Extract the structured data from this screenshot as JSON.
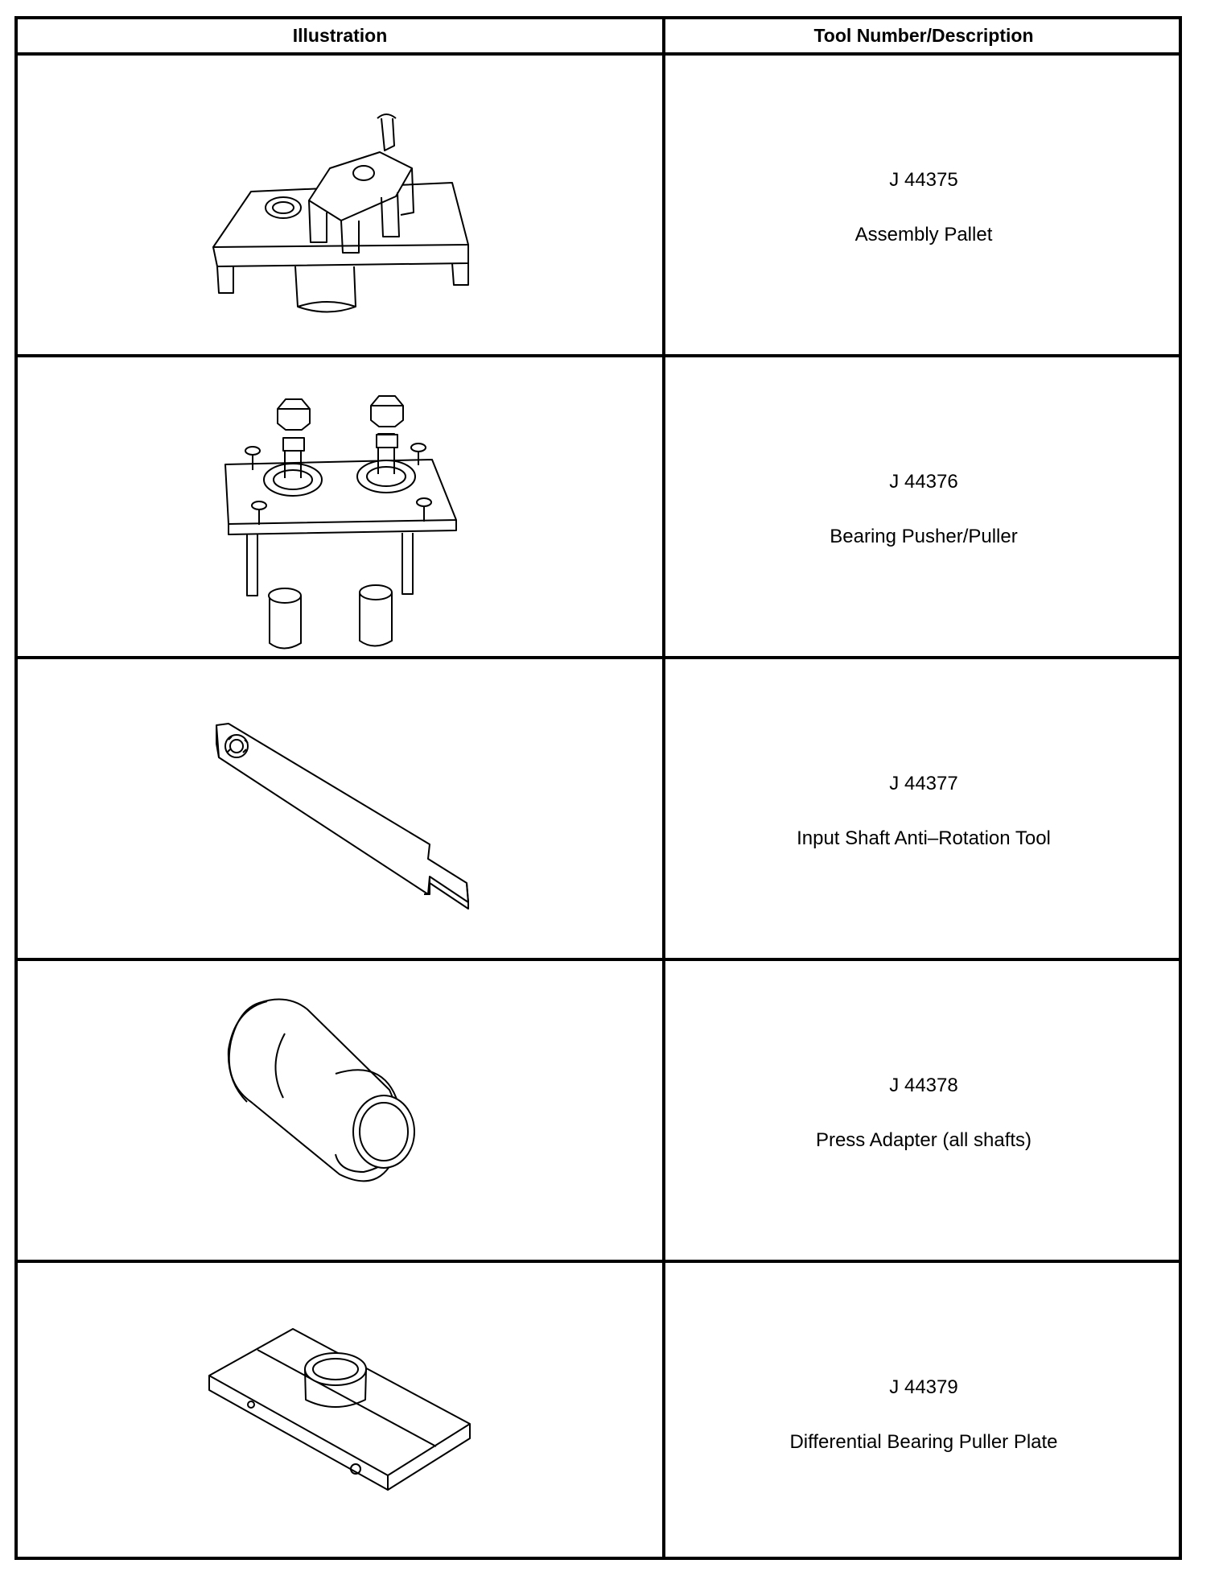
{
  "table": {
    "headers": [
      "Illustration",
      "Tool Number/Description"
    ],
    "rows": [
      {
        "tool_number": "J 44375",
        "description": "Assembly Pallet",
        "illustration_icon": "assembly-pallet-icon"
      },
      {
        "tool_number": "J 44376",
        "description": "Bearing Pusher/Puller",
        "illustration_icon": "bearing-pusher-puller-icon"
      },
      {
        "tool_number": "J 44377",
        "description": "Input Shaft Anti–Rotation Tool",
        "illustration_icon": "anti-rotation-tool-icon"
      },
      {
        "tool_number": "J 44378",
        "description": "Press Adapter (all shafts)",
        "illustration_icon": "press-adapter-icon"
      },
      {
        "tool_number": "J 44379",
        "description": "Differential Bearing Puller Plate",
        "illustration_icon": "bearing-puller-plate-icon"
      }
    ]
  }
}
